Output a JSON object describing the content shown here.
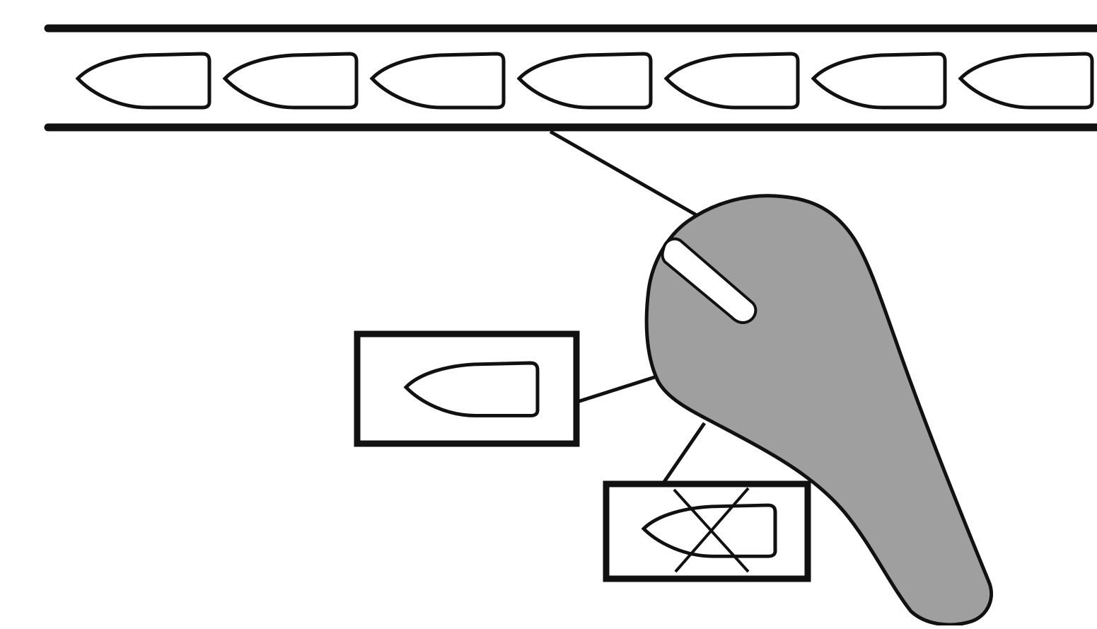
{
  "diagram": {
    "conveyor": {
      "items_visible": 7,
      "last_item_clipped": true
    },
    "accepted_bin": {
      "items": 1,
      "rejected": false
    },
    "rejected_bin": {
      "items": 1,
      "rejected": true
    },
    "colors": {
      "line": "#111111",
      "robot_fill": "#9f9f9f",
      "background": "#ffffff"
    },
    "icons": [
      "conveyor-belt-icon",
      "bullet-part-icon",
      "robot-arm-icon",
      "reject-cross-icon"
    ]
  }
}
